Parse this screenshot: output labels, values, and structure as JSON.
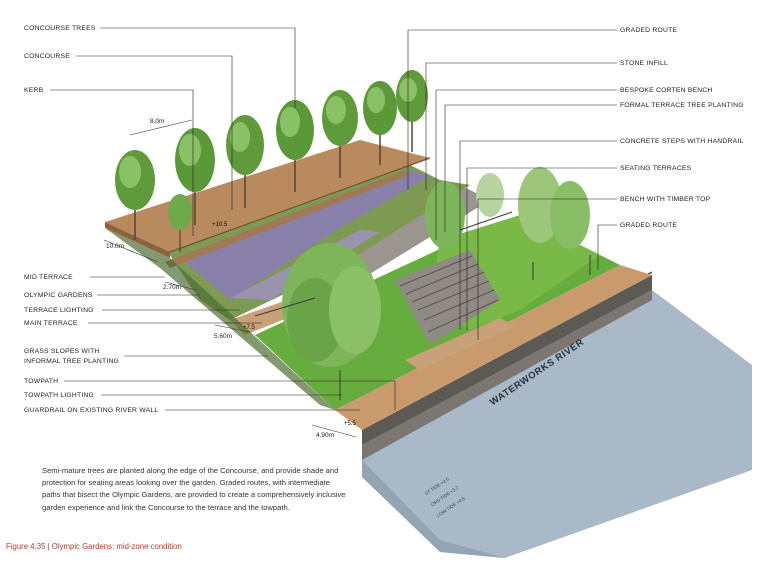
{
  "labels_left": [
    "CONCOURSE TREES",
    "CONCOURSE",
    "KERB",
    "MID TERRACE",
    "OLYMPIC GARDENS",
    "TERRACE LIGHTING",
    "MAIN TERRACE",
    "GRASS SLOPES WITH",
    "INFORMAL TREE PLANTING",
    "TOWPATH",
    "TOWPATH LIGHTING",
    "GUARDRAIL ON EXISTING RIVER WALL"
  ],
  "labels_right": [
    "GRADED ROUTE",
    "STONE INFILL",
    "BESPOKE CORTEN BENCH",
    "FORMAL TERRACE TREE PLANTING",
    "CONCRETE STEPS WITH HANDRAIL",
    "SEATING TERRACES",
    "BENCH WITH TIMBER TOP",
    "GRADED ROUTE"
  ],
  "dimensions": [
    "8.0m",
    "10.0m",
    "2.70m",
    "5.60m",
    "4.90m"
  ],
  "levels": [
    "+10.5",
    "+7.5",
    "+5.5"
  ],
  "river": {
    "name": "WATERWORKS RIVER",
    "tide_marks": [
      "ST TIDE +3.5",
      "ORD TIDE +3.7",
      "LOW TIDE +4.5"
    ]
  },
  "caption_text": "Semi-mature trees are planted along the edge of the Concourse, and provide shade and protection for seating areas looking over the garden. Graded routes, with intermediate paths that bisect the Olympic Gardens, are provided to create a comprehensively inclusive garden experience and link the Concourse to the terrace and the towpath.",
  "figure_caption": "Figure 4.35  |  Olympic Gardens: mid-zone condition",
  "colors": {
    "concourse": "#b98a5e",
    "grass": "#5ea53a",
    "planting_purple": "#8b7bb8",
    "river": "#a8b8c6",
    "river_wall": "#6e6a66",
    "caption_red": "#c0392b"
  }
}
